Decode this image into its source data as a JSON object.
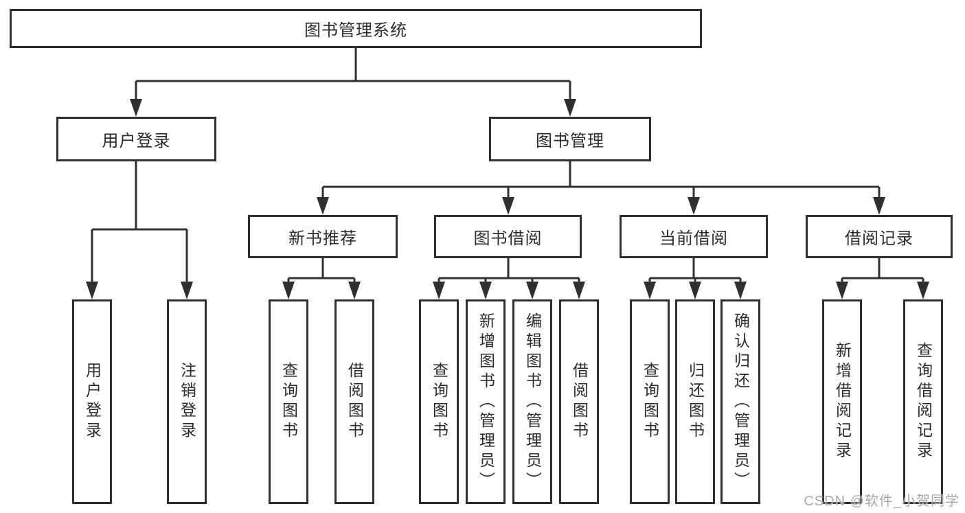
{
  "colors": {
    "line": "#303030",
    "border": "#2e2e2e",
    "text": "#2b2b2b",
    "background": "#ffffff",
    "watermark": "#a8a8a8"
  },
  "watermark": "CSDN @软件_小贺同学",
  "tree": {
    "root": "图书管理系统",
    "branches": [
      {
        "label": "用户登录",
        "children": [
          "用户登录",
          "注销登录"
        ]
      },
      {
        "label": "图书管理",
        "groups": [
          {
            "label": "新书推荐",
            "children": [
              "查询图书",
              "借阅图书"
            ]
          },
          {
            "label": "图书借阅",
            "children": [
              "查询图书",
              "新增图书（管理员）",
              "编辑图书（管理员）",
              "借阅图书"
            ]
          },
          {
            "label": "当前借阅",
            "children": [
              "查询图书",
              "归还图书",
              "确认归还（管理员）"
            ]
          },
          {
            "label": "借阅记录",
            "children": [
              "新增借阅记录",
              "查询借阅记录"
            ]
          }
        ]
      }
    ]
  }
}
